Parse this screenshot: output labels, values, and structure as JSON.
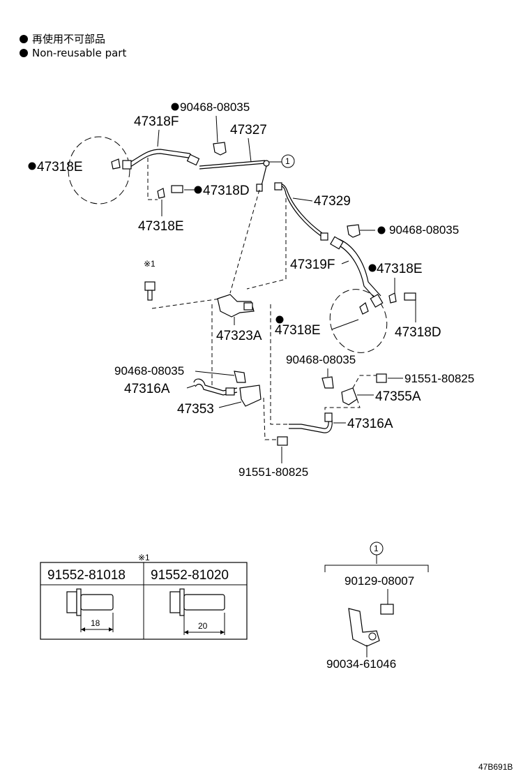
{
  "legend": {
    "ja": "再使用不可部品",
    "en": "Non-reusable part"
  },
  "callouts": {
    "c_9046808035_top": "90468-08035",
    "c_47318F": "47318F",
    "c_47327": "47327",
    "c_47318E_left": "47318E",
    "c_47318D_top": "47318D",
    "c_47318E_below": "47318E",
    "c_47329": "47329",
    "c_9046808035_right": "90468-08035",
    "c_kome1": "※1",
    "c_47319F": "47319F",
    "c_47318E_right": "47318E",
    "c_47318E_mid": "47318E",
    "c_47318D_right": "47318D",
    "c_47323A": "47323A",
    "c_9046808035_midleft": "90468-08035",
    "c_47316A_left": "47316A",
    "c_47353": "47353",
    "c_9046808035_midright": "90468-08035",
    "c_9155180825_right": "91551-80825",
    "c_47355A": "47355A",
    "c_47316A_right": "47316A",
    "c_9155180825_bottom": "91551-80825",
    "c_circle1": "1"
  },
  "bolt_table": {
    "mark": "※1",
    "col1": "91552-81018",
    "col2": "91552-81020",
    "dim1": "18",
    "dim2": "20"
  },
  "detail1": {
    "mark": "1",
    "part_a": "90129-08007",
    "part_b": "90034-61046"
  },
  "drawing_code": "47B691B"
}
